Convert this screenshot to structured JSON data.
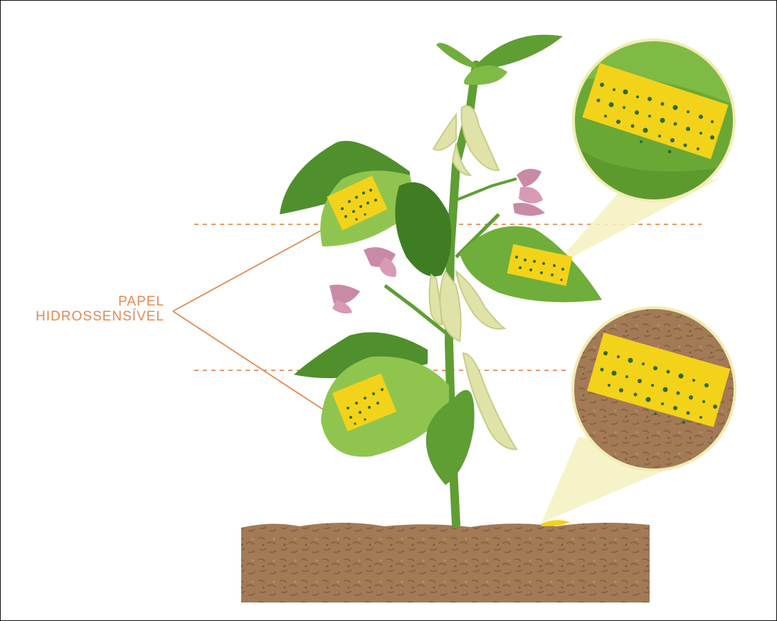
{
  "label": {
    "line1": "PAPEL",
    "line2": "HIDROSSENSÍVEL"
  },
  "colors": {
    "leaf_dark": "#4f8f2c",
    "leaf_mid": "#6fae3a",
    "leaf_light": "#8fc54f",
    "stem": "#5f9e33",
    "pod": "#dfe3a8",
    "flower": "#c98aa6",
    "soil": "#9a7250",
    "paper": "#f3d21a",
    "droplet": "#2f6b2a",
    "guide_line": "#e39a6a"
  },
  "icons": {
    "paper_card": "water-sensitive-paper-icon",
    "zoom_top": "magnifier-circle-leaf",
    "zoom_bottom": "magnifier-circle-soil"
  }
}
